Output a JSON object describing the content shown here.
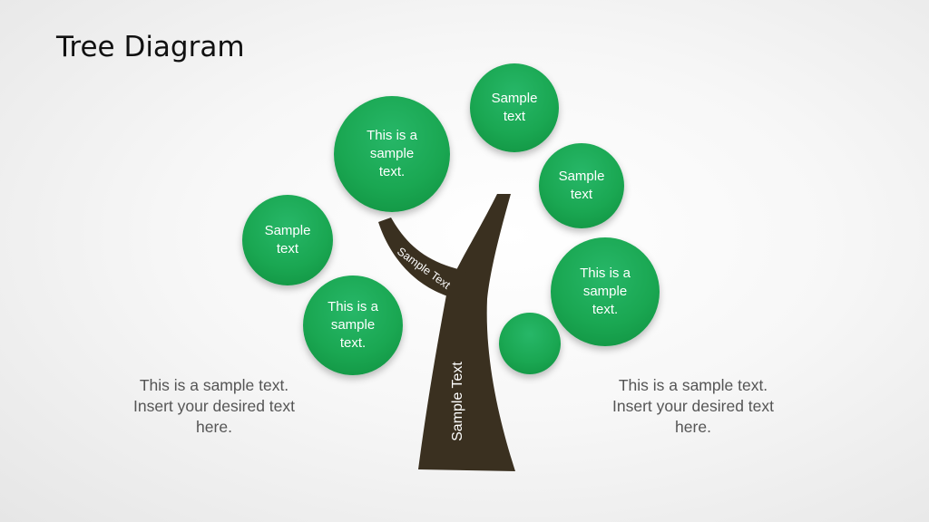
{
  "title": "Tree Diagram",
  "trunk": {
    "label": "Sample Text",
    "color": "#3a3020"
  },
  "branch": {
    "label": "Sample Text"
  },
  "circles": [
    {
      "id": "top-right-upper",
      "text": "Sample\ntext"
    },
    {
      "id": "top-left-large",
      "text": "This is a\nsample\ntext."
    },
    {
      "id": "right-middle",
      "text": "Sample\ntext"
    },
    {
      "id": "left-upper",
      "text": "Sample\ntext"
    },
    {
      "id": "right-lower",
      "text": "This is a\nsample\ntext."
    },
    {
      "id": "left-lower",
      "text": "This is a\nsample\ntext."
    },
    {
      "id": "small-blank",
      "text": ""
    }
  ],
  "side_texts": {
    "left": "This is a sample text.\nInsert your desired text\nhere.",
    "right": "This is a sample text.\nInsert your desired text\nhere."
  },
  "colors": {
    "leaf_green": "#1aa752",
    "trunk_brown": "#3a3020",
    "background": "#f2f2f2"
  }
}
